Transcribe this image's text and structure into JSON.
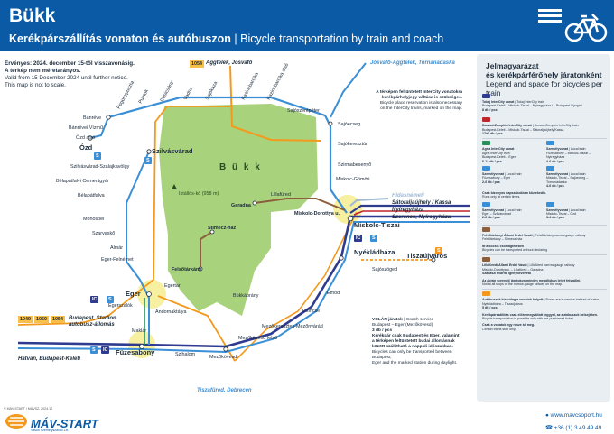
{
  "header": {
    "title": "Bükk",
    "subtitle_hu": "Kerékpárszállítás vonaton és autóbuszon",
    "subtitle_sep": " | ",
    "subtitle_en": "Bicycle transportation by train and coach"
  },
  "notes": {
    "valid_hu": "Érvényes: 2024. december 15-től visszavonásig.",
    "scale_hu": "A térkép nem méretarányos.",
    "valid_en": "Valid from 15 December 2024 until further notice.",
    "scale_en": "This map is not to scale."
  },
  "map": {
    "region_label": "B ü k k",
    "peak_label": "Istállós-kő (958 m)",
    "colors": {
      "park": "#a9d27d",
      "ic_line": "#2e3b8f",
      "local_line": "#3a8fd6",
      "bus_line": "#f39a1e",
      "narrow_gauge": "#8b5e3c",
      "green_line": "#2c8f5a",
      "highlight": "#f6f0a0"
    },
    "stations": {
      "banreve": "Bánréve",
      "banreve_vizmu": "Bánrévei Vízmű",
      "ozd_also": "Ózd alsó",
      "ozd": "Ózd",
      "szilvasvarad": "Szilvásvárad",
      "szilvasvarad_szalajka": "Szilvásvárad-Szalajkavölgy",
      "belapatfalva_cement": "Bélapátfalvi Cementgyár",
      "belapatfalva": "Bélapátfalva",
      "monosbel": "Mónosbél",
      "szarvasko": "Szarvaskő",
      "almar": "Almár",
      "eger_felnemet": "Eger-Felnémet",
      "eger": "Eger",
      "egerszalok": "Egerszalók",
      "egertar": "Egertar",
      "andornaktalya": "Andornaktálya",
      "maklar": "Maklár",
      "fuzesabony": "Füzesabony",
      "szihalom": "Szihalom",
      "mezokovesd": "Mezőkövesd",
      "mezokovesd_felso": "Mezőkövesd felső",
      "mezokeresztes": "Mezőkeresztes-Mezőnyárád",
      "csincse": "Csincse",
      "bukkabrany": "Bükkábrány",
      "emod": "Emőd",
      "miskolc_tiszai": "Miskolc-Tiszai",
      "miskolc_gomori": "Miskolc-Gömöri",
      "miskolc_dorottya": "Miskolc-Dorottya u.",
      "szirmabesenyo": "Szirmabesenyő",
      "sajokeresztur": "Sajókeresztúr",
      "sajoecseg": "Sajóecseg",
      "sajoszentpeter": "Sajószentpéter",
      "lillafured": "Lillafüred",
      "garadna": "Garadna",
      "stimecz_haz": "Stimecz-ház",
      "felsotarkany": "Felsőtárkány",
      "nyekladhaza": "Nyékládháza",
      "sajoszoged": "Sajószöged",
      "tiszaujvaros": "Tiszaújváros"
    },
    "rotated_stations": [
      "Pogonypuszta",
      "Putnok",
      "Dubicsány",
      "Vadna",
      "Sajókaza",
      "Kazincbarcika",
      "Kazincbarcika alsó"
    ],
    "destinations": {
      "aggtelek_bus": "Aggtelek, Jósvafő",
      "aggtelek_train": "Jósvafő-Aggtelek, Tornanádaska",
      "hidasnemeti": "Hidasnémeti",
      "satoraljaujhely": "Sátoraljaújhely / Kassa",
      "nyiregyhaza": "Nyíregyháza",
      "szerencs": "Szerencs, Nyíregyháza",
      "budapest_stadion": "Budapest, Stadion autóbusz-állomás",
      "hatvan": "Hatvan, Budapest-Keleti",
      "tiszafured": "Tiszafüred, Debrecen"
    },
    "route_numbers": {
      "r1054": "1054",
      "r1049": "1049",
      "r1050": "1050",
      "r1054b": "1054"
    },
    "ic_note": {
      "hu_1": "A térképen feltüntetett InterCity vonatokra",
      "hu_2": "kerékpárhelyjegy váltása is szükséges.",
      "en_1": "Bicycle place reservation is also necessary",
      "en_2": "on the InterCity trains, marked on the map."
    },
    "volan_box": {
      "title": "VOLÁN járatok",
      "title_en": "Coach service",
      "route": "Budapest – Eger (Mezőkövesd)",
      "price": "3 db / pcs",
      "text_1": "Kerékpár csak Budapest és Eger, valamint",
      "text_2": "a térképen feltüntetett budai állomásnak",
      "text_3": "között szállítható a nappali időszakban.",
      "text_en_1": "Bicycles can only be transported between Budapest,",
      "text_en_2": "Eger and the marked station during daylight."
    }
  },
  "legend": {
    "title_hu": "Jelmagyarázat",
    "title_hu2": "és kerékpárférőhely járatonként",
    "title_en": "Legend and space for bicycles per train",
    "items": [
      {
        "title": "Tokaj InterCity vonat",
        "sub": "Tokaj InterCity train",
        "route": "Budapest-Keleti – Miskolc-Tiszai – Nyíregyháza / – Budapest-Nyugati",
        "capacity": "8 db / pcs"
      },
      {
        "title": "Borsod-Zemplén InterCity vonat",
        "sub": "Borsod-Zemplén InterCity train",
        "route": "Budapest-Keleti – Miskolc-Tiszai – Sátoraljaújhely/Kassa",
        "capacity": "17+6 db / pcs"
      },
      {
        "title": "Agria InterCity vonat",
        "sub": "Agria InterCity train",
        "route": "Budapest-Keleti – Eger",
        "capacity": "6-12 db / pcs"
      },
      {
        "title": "Személyvonat",
        "sub": "Local train",
        "route": "Füzesabony – Miskolc-Tiszai – Nyíregyháza",
        "capacity": "4-6 db / pcs"
      },
      {
        "title": "Személyvonat",
        "sub": "Local train",
        "route": "Füzesabony – Eger",
        "capacity": "2-6 db / pcs"
      },
      {
        "title": "Személyvonat",
        "sub": "Local train",
        "route": "Miskolc-Tiszai – Sajóecseg – Tornanádaska",
        "capacity": "4-6 db / pcs"
      },
      {
        "title": "Csak bizonyos napszakokban közlekedik.",
        "sub": "Runs only at certain times.",
        "route": "",
        "capacity": ""
      },
      {
        "title": "Személyvonat",
        "sub": "Local train",
        "route": "Eger – Szilvásvárad",
        "capacity": "2-6 db / pcs"
      },
      {
        "title": "Személyvonat",
        "sub": "Local train",
        "route": "Miskolc-Tiszai – Ózd",
        "capacity": "3-4 db / pcs"
      },
      {
        "title": "Felsőtárkányi Állami Erdei Vasút",
        "sub": "Felsőtárkány narrow-gauge railway",
        "route": "Felsőtárkány – Stimecz-ház",
        "capacity": ""
      },
      {
        "title": "Itt a kocsik csomagterében",
        "sub": "Bicycles can be transported without declaring",
        "route": "",
        "capacity": ""
      },
      {
        "title": "Lillafüredi Állami Erdei Vasút",
        "sub": "Lillafüred narrow-gauge railway",
        "route": "Miskolc-Dorottya u. – Lillafüred – Garadna",
        "capacity": "Szakaszi felárral igénybevehető"
      },
      {
        "title": "Az ábrán szereplő járatokon minden megállóban lehet felszállni.",
        "sub": "Not at all stops of the narrow-gauge railway on the map.",
        "route": "",
        "capacity": ""
      },
      {
        "title": "Autóbuszok kizárólag a vonatok helyett",
        "sub": "Buses are in service instead of trains",
        "route": "Nyékládháza – Tiszaújváros",
        "capacity": "5 db / pcs"
      },
      {
        "title": "Kerékpárszállítás csak előre megváltott jeggyel, az autóbuszok belsejében.",
        "sub": "Bicycle transportation is possible only with pre-purchased ticket.",
        "route": "",
        "capacity": ""
      },
      {
        "title": "Csak a vonatok egy része áll meg.",
        "sub": "Certain trains stop only.",
        "route": "",
        "capacity": ""
      }
    ]
  },
  "footer": {
    "copyright": "© MÁV-START / MÁVSZ, 2024.12",
    "brand": "MÁV-START",
    "brand_sub": "Vasúti Személyszállító Zrt.",
    "web": "www.mavcsoport.hu",
    "phone": "+36 (1) 3 49 49 49"
  }
}
